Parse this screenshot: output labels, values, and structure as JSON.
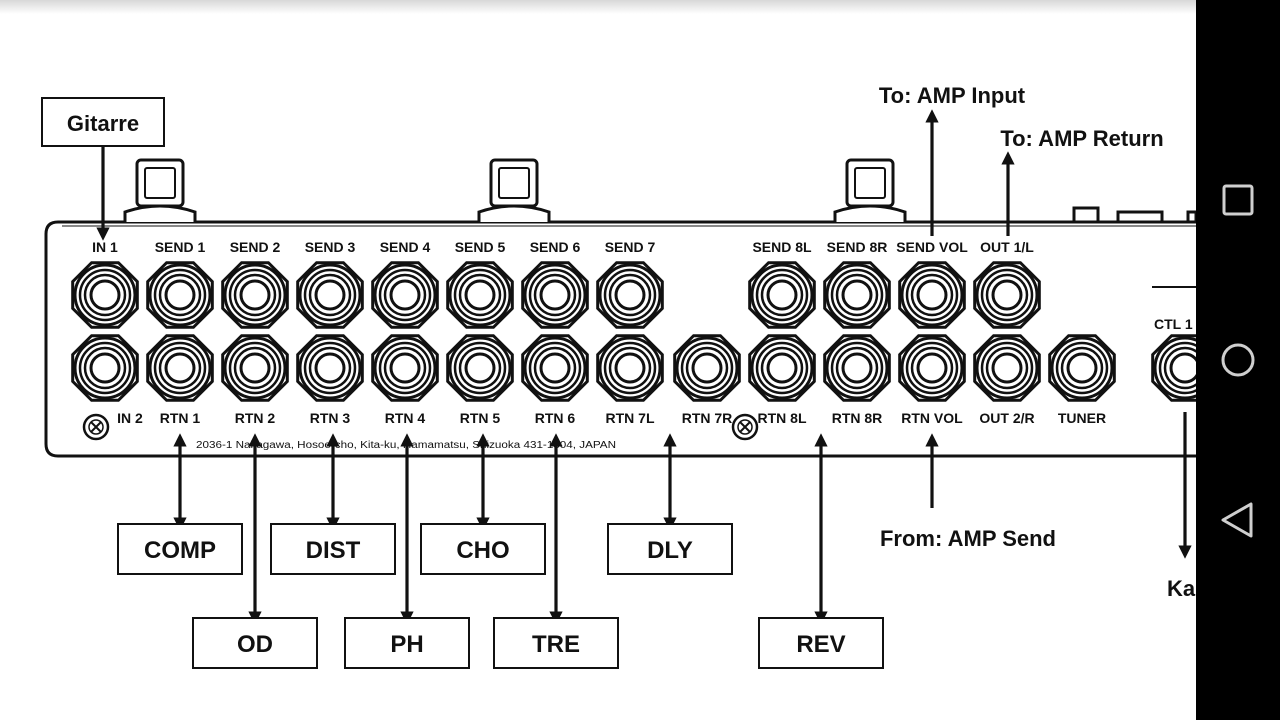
{
  "colors": {
    "ink": "#111111",
    "background": "#ffffff",
    "navbar": "#000000",
    "nav_icon": "#cfcfcf"
  },
  "top_labels": {
    "guitar": "Gitarre",
    "amp_input": "To: AMP Input",
    "amp_return": "To: AMP Return",
    "amp_send": "From: AMP Send",
    "cutoff": "Ka"
  },
  "jack_labels_top": [
    "IN 1",
    "SEND 1",
    "SEND 2",
    "SEND 3",
    "SEND 4",
    "SEND 5",
    "SEND 6",
    "SEND 7",
    "SEND 8L",
    "SEND 8R",
    "SEND VOL",
    "OUT 1/L"
  ],
  "jack_labels_bottom": [
    "IN 2",
    "RTN 1",
    "RTN 2",
    "RTN 3",
    "RTN 4",
    "RTN 5",
    "RTN 6",
    "RTN 7L",
    "RTN 7R",
    "RTN 8L",
    "RTN 8R",
    "RTN VOL",
    "OUT 2/R",
    "TUNER"
  ],
  "ctl_label": "CTL 1",
  "address": "2036-1 Nakagawa, Hosoe-cho, Kita-ku, Hamamatsu, Shizuoka 431-1304, JAPAN",
  "effects_row1": [
    "COMP",
    "DIST",
    "CHO",
    "DLY"
  ],
  "effects_row2": [
    "OD",
    "PH",
    "TRE",
    "REV"
  ],
  "nav_icons": [
    "recents-icon",
    "home-icon",
    "back-icon"
  ]
}
